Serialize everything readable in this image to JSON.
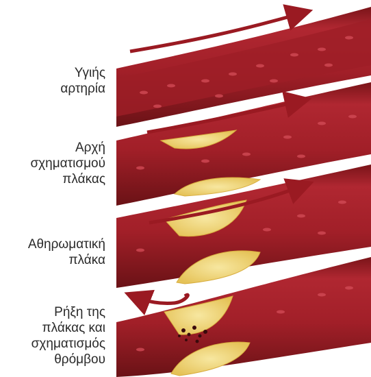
{
  "stages": [
    {
      "label": "Υγιής\nαρτηρία"
    },
    {
      "label": "Αρχή\nσχηματισμού\nπλάκας"
    },
    {
      "label": "Αθηρωματική\nπλάκα"
    },
    {
      "label": "Ρήξη της\nπλάκας και\nσχηματισμός\nθρόμβου"
    }
  ],
  "colors": {
    "vessel_dark": "#6f1418",
    "vessel_mid": "#a5202a",
    "vessel_light": "#c8353c",
    "cell": "#d14a55",
    "plaque": "#f2d778",
    "plaque_edge": "#d8ad3e",
    "arrow": "#9a1a22",
    "thrombus": "#3a0a0c"
  }
}
